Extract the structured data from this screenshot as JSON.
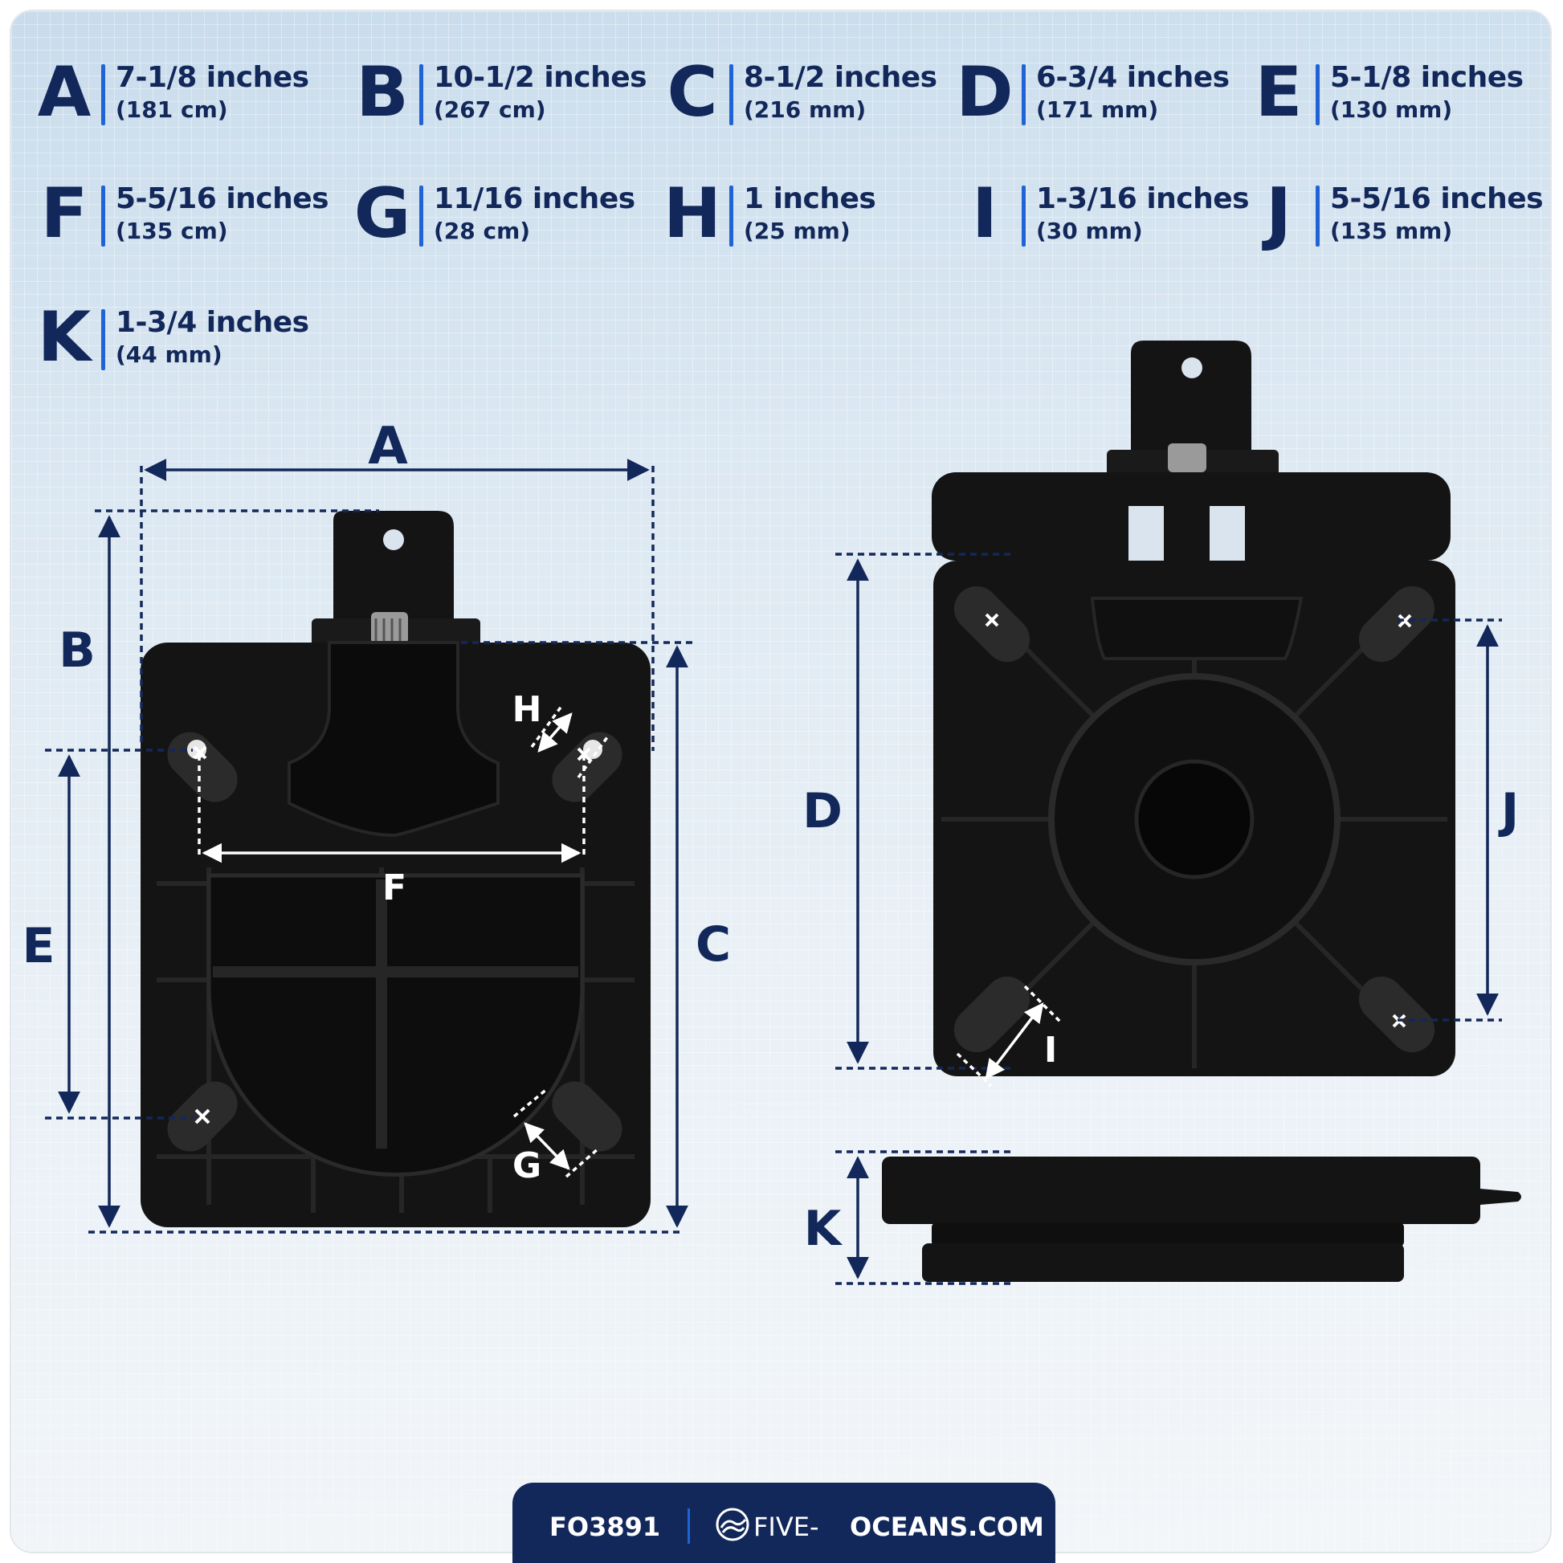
{
  "specs": [
    {
      "letter": "A",
      "main": "7-1/8 inches",
      "sub": "(181 cm)"
    },
    {
      "letter": "B",
      "main": "10-1/2 inches",
      "sub": "(267 cm)"
    },
    {
      "letter": "C",
      "main": "8-1/2 inches",
      "sub": "(216 mm)"
    },
    {
      "letter": "D",
      "main": "6-3/4 inches",
      "sub": "(171 mm)"
    },
    {
      "letter": "E",
      "main": "5-1/8 inches",
      "sub": "(130 mm)"
    },
    {
      "letter": "F",
      "main": "5-5/16 inches",
      "sub": "(135 cm)"
    },
    {
      "letter": "G",
      "main": "11/16 inches",
      "sub": "(28 cm)"
    },
    {
      "letter": "H",
      "main": "1 inches",
      "sub": "(25 mm)"
    },
    {
      "letter": "I",
      "main": "1-3/16 inches",
      "sub": "(30 mm)"
    },
    {
      "letter": "J",
      "main": "5-5/16 inches",
      "sub": "(135 mm)"
    },
    {
      "letter": "K",
      "main": "1-3/4 inches",
      "sub": "(44 mm)"
    }
  ],
  "diagram": {
    "A": "A",
    "B": "B",
    "C": "C",
    "D": "D",
    "E": "E",
    "F": "F",
    "G": "G",
    "H": "H",
    "I": "I",
    "J": "J",
    "K": "K"
  },
  "footer": {
    "product_code": "FO3891",
    "site_prefix": "FIVE-",
    "site_suffix": "OCEANS.COM"
  },
  "colors": {
    "navy": "#13285a",
    "accent_blue": "#1f63d6",
    "part_black": "#111111"
  },
  "icons": [
    "five-oceans-logo-icon",
    "mounting-hole-x-icon"
  ]
}
